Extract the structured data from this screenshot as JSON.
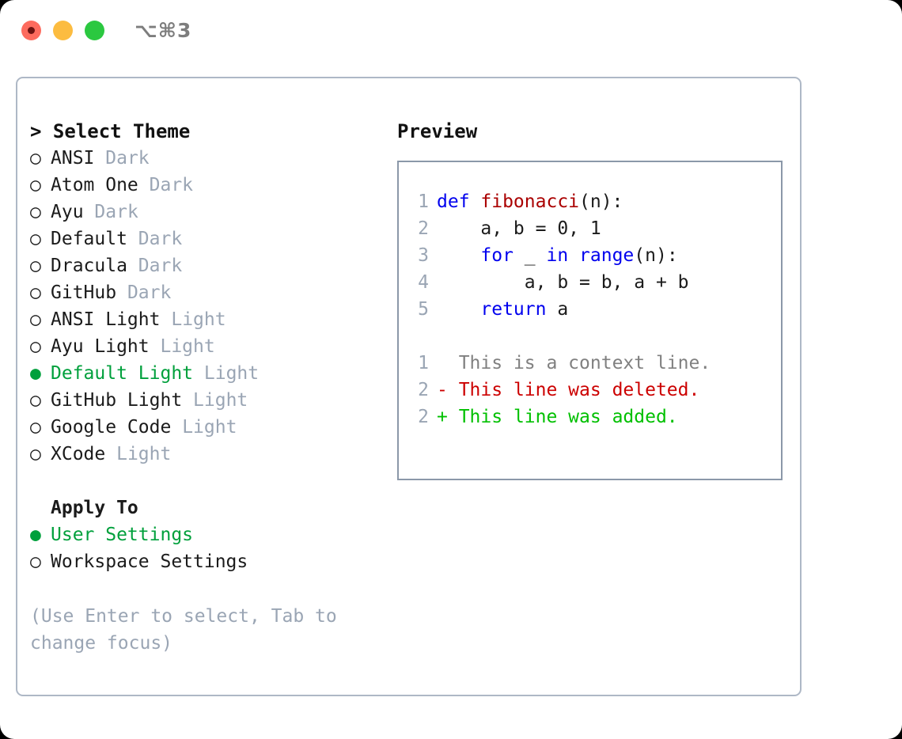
{
  "window": {
    "title": "⌥⌘3",
    "traffic_lights": [
      {
        "name": "close",
        "color": "#fd6b5e"
      },
      {
        "name": "minimize",
        "color": "#fcbc40"
      },
      {
        "name": "maximize",
        "color": "#2bc840"
      }
    ]
  },
  "theme_picker": {
    "heading": "> Select Theme",
    "bullet_unselected": "○",
    "bullet_selected": "●",
    "selected_color": "#00a03c",
    "tag_color": "#9aa5b4",
    "items": [
      {
        "bullet": "○",
        "name": "ANSI",
        "tag": "Dark",
        "selected": false
      },
      {
        "bullet": "○",
        "name": "Atom One",
        "tag": "Dark",
        "selected": false
      },
      {
        "bullet": "○",
        "name": "Ayu",
        "tag": "Dark",
        "selected": false
      },
      {
        "bullet": "○",
        "name": "Default",
        "tag": "Dark",
        "selected": false
      },
      {
        "bullet": "○",
        "name": "Dracula",
        "tag": "Dark",
        "selected": false
      },
      {
        "bullet": "○",
        "name": "GitHub",
        "tag": "Dark",
        "selected": false
      },
      {
        "bullet": "○",
        "name": "ANSI Light",
        "tag": "Light",
        "selected": false
      },
      {
        "bullet": "○",
        "name": "Ayu Light",
        "tag": "Light",
        "selected": false
      },
      {
        "bullet": "●",
        "name": "Default Light",
        "tag": "Light",
        "selected": true
      },
      {
        "bullet": "○",
        "name": "GitHub Light",
        "tag": "Light",
        "selected": false
      },
      {
        "bullet": "○",
        "name": "Google Code",
        "tag": "Light",
        "selected": false
      },
      {
        "bullet": "○",
        "name": "XCode",
        "tag": "Light",
        "selected": false
      }
    ]
  },
  "apply_to": {
    "heading": "Apply To",
    "items": [
      {
        "bullet": "●",
        "name": "User Settings",
        "selected": true
      },
      {
        "bullet": "○",
        "name": "Workspace Settings",
        "selected": false
      }
    ]
  },
  "hint": "(Use Enter to select, Tab to change focus)",
  "preview": {
    "label": "Preview",
    "code_lines": [
      {
        "no": "1",
        "tokens": [
          {
            "t": "def ",
            "c": "kw"
          },
          {
            "t": "fibonacci",
            "c": "fn"
          },
          {
            "t": "(n):",
            "c": "pl"
          }
        ]
      },
      {
        "no": "2",
        "tokens": [
          {
            "t": "    a, b = 0, 1",
            "c": "pl"
          }
        ]
      },
      {
        "no": "3",
        "tokens": [
          {
            "t": "    ",
            "c": "pl"
          },
          {
            "t": "for",
            "c": "kw"
          },
          {
            "t": " _ ",
            "c": "pl"
          },
          {
            "t": "in",
            "c": "kw"
          },
          {
            "t": " ",
            "c": "pl"
          },
          {
            "t": "range",
            "c": "kw"
          },
          {
            "t": "(n):",
            "c": "pl"
          }
        ]
      },
      {
        "no": "4",
        "tokens": [
          {
            "t": "        a, b = b, a + b",
            "c": "pl"
          }
        ]
      },
      {
        "no": "5",
        "tokens": [
          {
            "t": "    ",
            "c": "pl"
          },
          {
            "t": "return",
            "c": "kw"
          },
          {
            "t": " a",
            "c": "pl"
          }
        ]
      }
    ],
    "diff_lines": [
      {
        "no": "1",
        "marker": " ",
        "text": "This is a context line.",
        "kind": "ctx"
      },
      {
        "no": "2",
        "marker": "-",
        "text": "This line was deleted.",
        "kind": "del"
      },
      {
        "no": "2",
        "marker": "+",
        "text": "This line was added.",
        "kind": "add"
      }
    ]
  }
}
